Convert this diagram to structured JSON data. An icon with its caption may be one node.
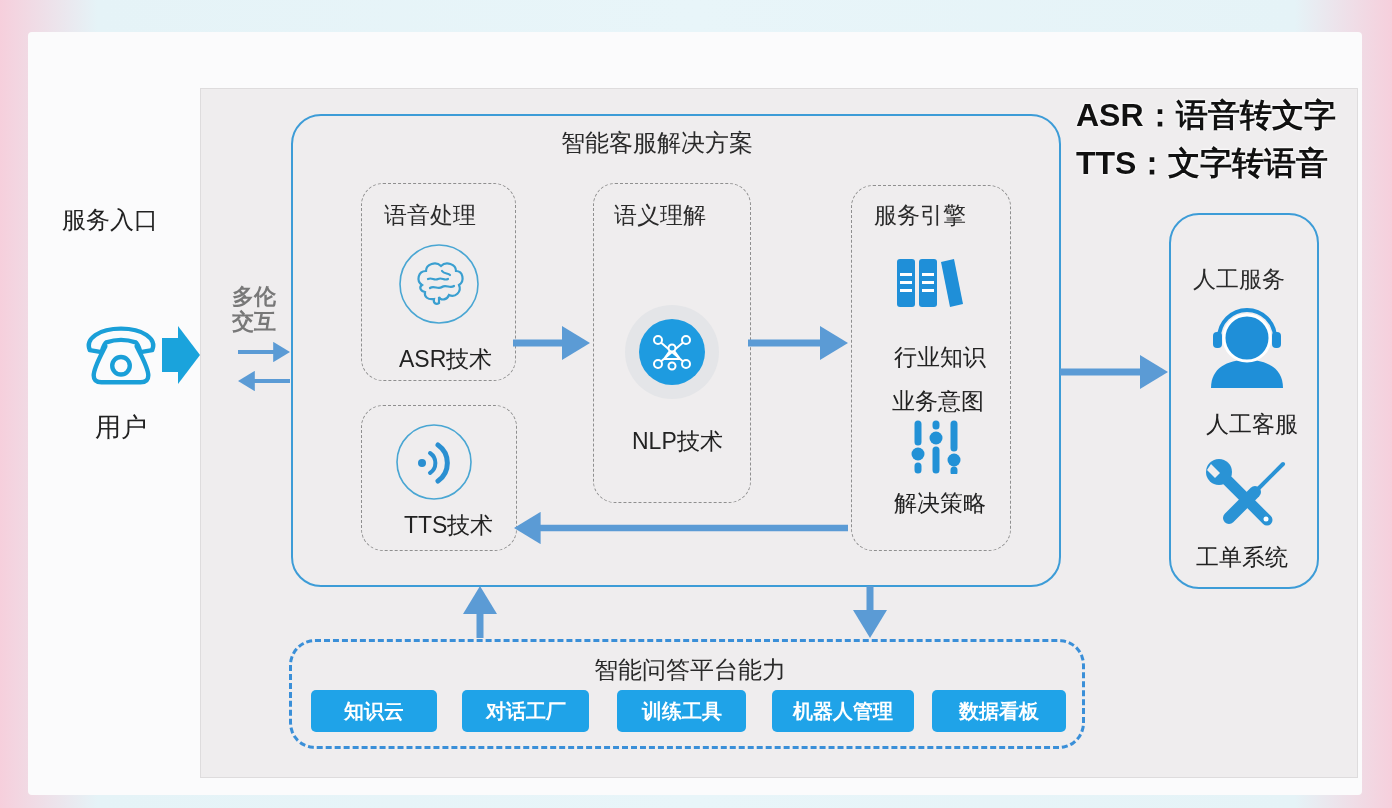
{
  "diagram": {
    "nodes": [
      {
        "text": [
          "用户"
        ]
      },
      {
        "text": [],
        "shape": "box"
      },
      {
        "text": [
          "智能客服解决方案"
        ],
        "in": 1
      },
      {
        "text": [
          "语音处理",
          "ASR技术"
        ],
        "in": 2
      },
      {
        "text": [
          "语义理解",
          "NLP技术"
        ],
        "in": 2
      },
      {
        "text": [
          "服务引擎",
          "行业知识",
          "业务意图",
          "解决策略"
        ],
        "in": 2
      },
      {
        "text": [
          "TTS技术"
        ],
        "in": 2
      },
      {
        "text": [
          "人工服务",
          "人工客服",
          "工单系统"
        ],
        "in": 1
      },
      {
        "text": [
          "智能问答平台能力"
        ],
        "in": 1
      },
      {
        "text": [
          "知识云"
        ],
        "in": 8
      },
      {
        "text": [
          "对话工厂"
        ],
        "in": 8
      },
      {
        "text": [
          "训练工具"
        ],
        "in": 8
      },
      {
        "text": [
          "机器人管理"
        ],
        "in": 8
      },
      {
        "text": [
          "数据看板"
        ],
        "in": 8
      }
    ],
    "edges": [
      {
        "from": 0,
        "to": 1,
        "arrow": "to",
        "style": "thick",
        "color": "#1aa3dc"
      },
      {
        "from": null,
        "to": 2,
        "arrow": "to",
        "label": "多伦交互"
      },
      {
        "from": 2,
        "to": null,
        "arrow": "to"
      },
      {
        "from": 3,
        "to": 4,
        "arrow": "to"
      },
      {
        "from": 4,
        "to": 5,
        "arrow": "to"
      },
      {
        "from": 5,
        "to": 6,
        "arrow": "to"
      },
      {
        "from": 2,
        "to": 7,
        "arrow": "to"
      },
      {
        "from": 8,
        "to": 2,
        "arrow": "to"
      },
      {
        "from": 2,
        "to": 8,
        "arrow": "to"
      }
    ],
    "labels": [
      "ASR：语音转文字",
      "TTS：文字转语音",
      "服务入口"
    ]
  }
}
